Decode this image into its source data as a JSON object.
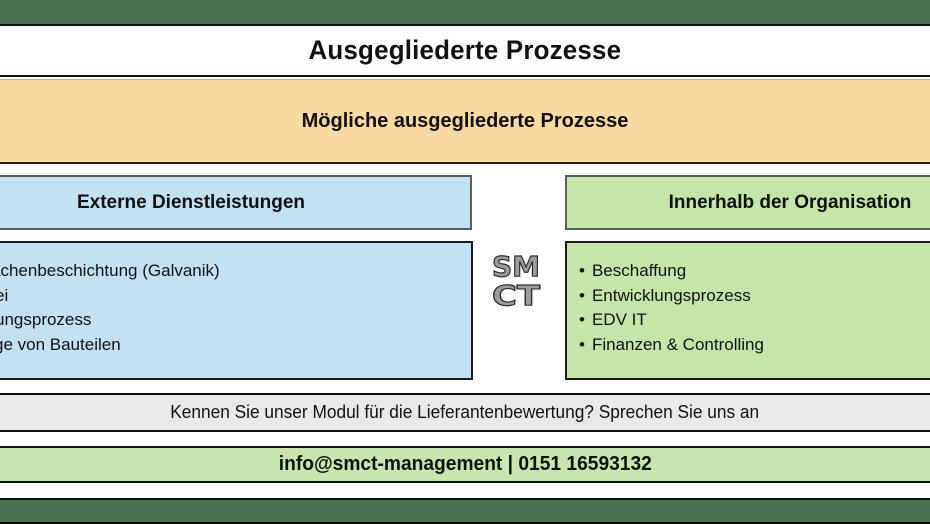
{
  "page": {
    "title": "Ausgegliederte Prozesse",
    "banner": "Mögliche ausgegliederte Prozesse"
  },
  "columns": {
    "left": {
      "header": "Externe Dienstleistungen",
      "items": [
        "ächenbeschichtung (Galvanik)",
        "ei",
        "ungsprozess",
        "ge von Bauteilen"
      ]
    },
    "right": {
      "header": "Innerhalb der Organisation",
      "bullet": "•",
      "items": [
        "Beschaffung",
        "Entwicklungsprozess",
        "EDV IT",
        "Finanzen & Controlling"
      ]
    }
  },
  "logo": {
    "row1": "SM",
    "row2": "CT"
  },
  "footer": {
    "note": "Kennen Sie unser Modul für die Lieferantenbewertung? Sprechen Sie uns an",
    "contact": "info@smct-management | 0151 16593132"
  },
  "colors": {
    "dark_green": "#4a7150",
    "orange": "#fbd9a2",
    "light_blue": "#c2e2f3",
    "light_green": "#c5e5ab",
    "gray_bar": "#e9e9e9"
  }
}
